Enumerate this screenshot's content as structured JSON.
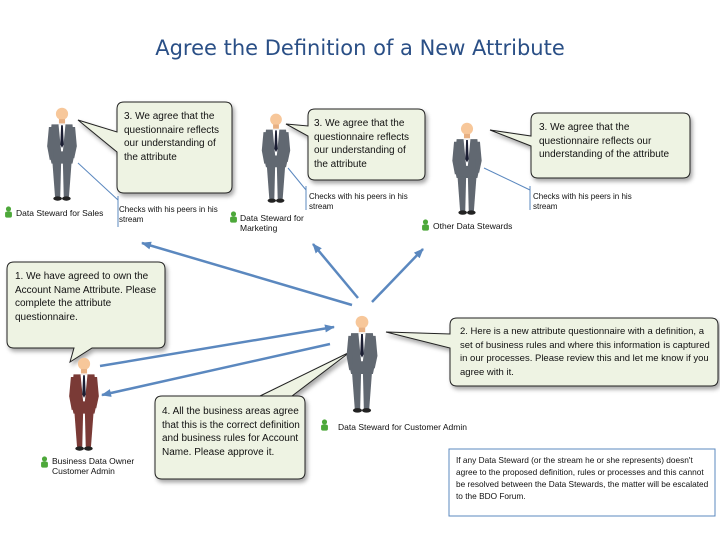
{
  "title": "Agree the Definition of a New Attribute",
  "colors": {
    "title": "#2a4f86",
    "bubble_fill": "#eef3e3",
    "arrow": "#5b88bf",
    "suit": "#616871",
    "owner_suit": "#7a3a36",
    "status_green": "#4da83a"
  },
  "stewards": [
    {
      "label": "Data Steward for Sales",
      "bubble": "3. We agree that the questionnaire reflects our understanding of the attribute",
      "peer_note": "Checks with his peers in his stream"
    },
    {
      "label": "Data Steward for Marketing",
      "bubble": "3. We agree that the questionnaire reflects our understanding of the attribute",
      "peer_note": "Checks with his peers in his stream"
    },
    {
      "label": "Other Data Stewards",
      "bubble": "3. We agree that the questionnaire reflects our understanding of the attribute",
      "peer_note": "Checks with his peers in his stream"
    }
  ],
  "owner": {
    "label_line1": "Business Data Owner",
    "label_line2": "Customer Admin",
    "bubble": "1. We have agreed to own the Account Name Attribute. Please complete the attribute questionnaire."
  },
  "admin": {
    "label": "Data Steward for Customer Admin",
    "bubble": "2. Here is a new attribute questionnaire with a definition, a set of business rules and where this information is captured in our processes. Please review this and let me know if you agree with it."
  },
  "final_bubble": "4.  All the business areas agree that this is the correct definition and business rules for Account Name. Please approve it.",
  "escalation_note": "If any Data Steward (or the stream he or she represents) doesn't agree to the proposed definition, rules or processes and this cannot be resolved between the Data Stewards, the matter will be escalated to the BDO Forum."
}
